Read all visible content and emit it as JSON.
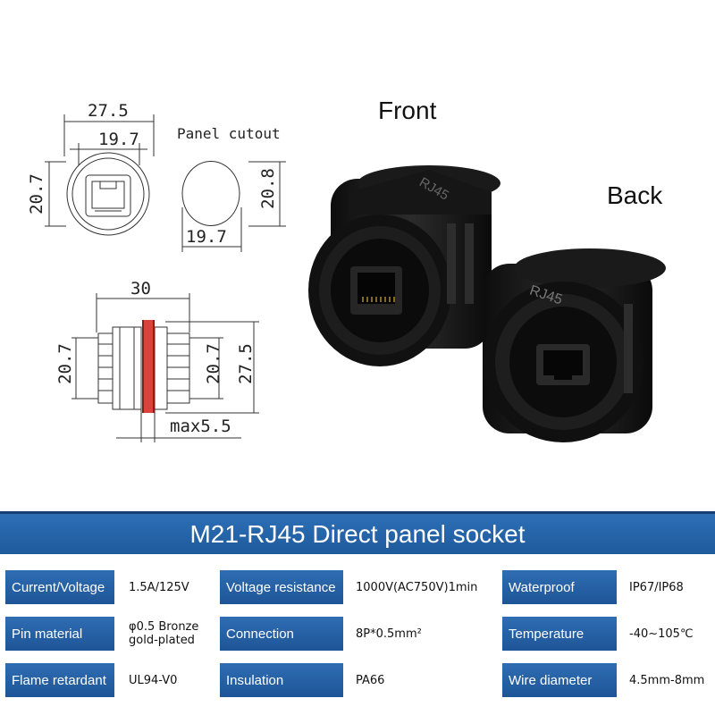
{
  "drawing": {
    "top_width": "27.5",
    "top_inner_width": "19.7",
    "top_height": "20.7",
    "cutout_label": "Panel cutout",
    "cutout_height": "20.8",
    "cutout_width": "19.7",
    "side_length": "30",
    "side_left_height": "20.7",
    "side_right_height_inner": "20.7",
    "side_right_height_outer": "27.5",
    "side_panel_thickness": "max5.5"
  },
  "photo": {
    "front_label": "Front",
    "back_label": "Back",
    "thread_marking": "RJ45"
  },
  "banner": {
    "title": "M21-RJ45 Direct panel socket",
    "color": "#2566aa"
  },
  "specs": [
    {
      "key": "Current/Voltage",
      "value": "1.5A/125V"
    },
    {
      "key": "Voltage resistance",
      "value": "1000V(AC750V)1min"
    },
    {
      "key": "Waterproof",
      "value": "IP67/IP68"
    },
    {
      "key": "Pin material",
      "value": "φ0.5 Bronze\ngold-plated"
    },
    {
      "key": "Connection",
      "value": "8P*0.5mm²"
    },
    {
      "key": "Temperature",
      "value": "-40~105℃"
    },
    {
      "key": "Flame retardant",
      "value": "UL94-V0"
    },
    {
      "key": "Insulation",
      "value": "PA66"
    },
    {
      "key": "Wire diameter",
      "value": "4.5mm-8mm"
    }
  ]
}
